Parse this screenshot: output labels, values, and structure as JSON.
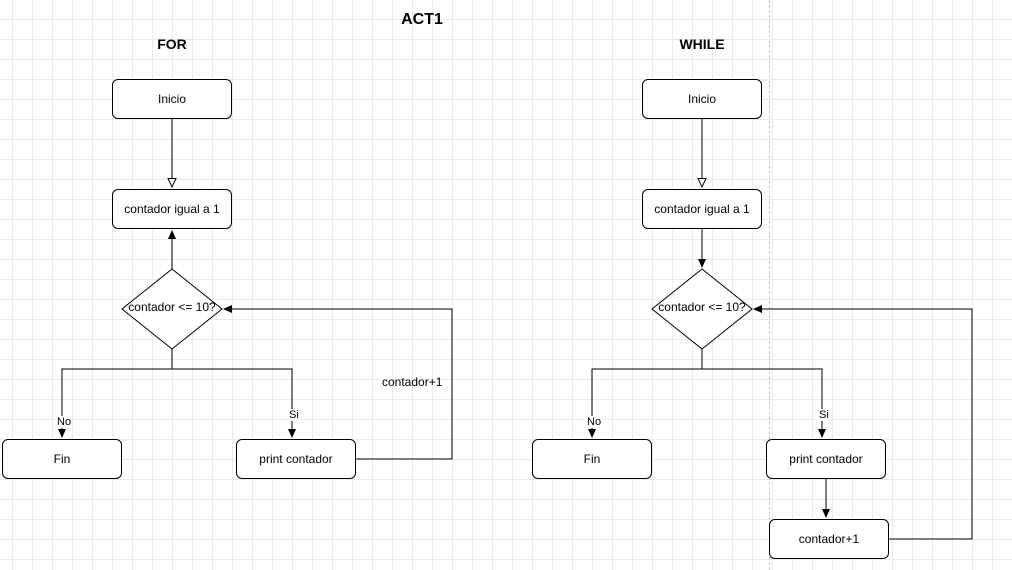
{
  "title": "ACT1",
  "for_diagram": {
    "heading": "FOR",
    "start": "Inicio",
    "init": "contador igual a 1",
    "condition": "contador <= 10?",
    "no_label": "No",
    "yes_label": "Si",
    "end": "Fin",
    "print": "print contador",
    "increment": "contador+1"
  },
  "while_diagram": {
    "heading": "WHILE",
    "start": "Inicio",
    "init": "contador igual a 1",
    "condition": "contador <= 10?",
    "no_label": "No",
    "yes_label": "Si",
    "end": "Fin",
    "print": "print contador",
    "increment": "contador+1"
  }
}
